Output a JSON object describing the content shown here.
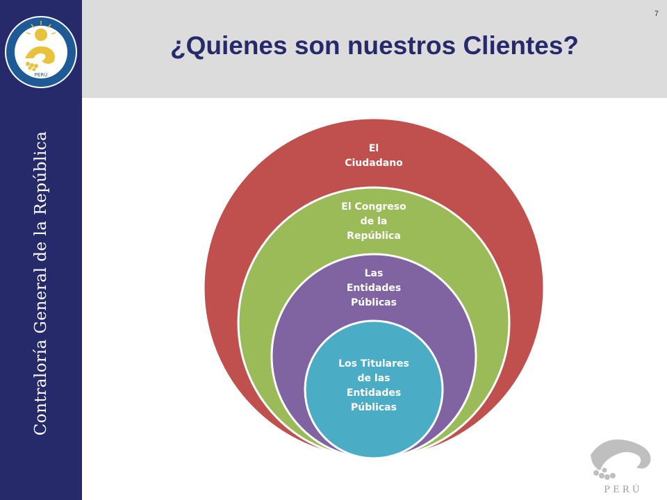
{
  "slide": {
    "page_number": "7",
    "title": "¿Quienes son nuestros Clientes?",
    "sidebar_text": "Contraloría General de la República"
  },
  "logo": {
    "label": "PERÚ"
  },
  "brand": {
    "label": "P E R Ú"
  },
  "diagram": {
    "rings": [
      {
        "label": "El Ciudadano",
        "lines": [
          "El",
          "Ciudadano"
        ],
        "color": "#c0504d"
      },
      {
        "label": "El Congreso de la República",
        "lines": [
          "El Congreso",
          "de la",
          "República"
        ],
        "color": "#9bbb59"
      },
      {
        "label": "Las Entidades Públicas",
        "lines": [
          "Las",
          "Entidades",
          "Públicas"
        ],
        "color": "#8064a2"
      },
      {
        "label": "Los Titulares de las Entidades Públicas",
        "lines": [
          "Los Titulares",
          "de las",
          "Entidades",
          "Públicas"
        ],
        "color": "#4bacc6"
      }
    ]
  },
  "colors": {
    "sidebar": "#262a6b",
    "header": "#dcdcdc",
    "title": "#262a6b"
  }
}
